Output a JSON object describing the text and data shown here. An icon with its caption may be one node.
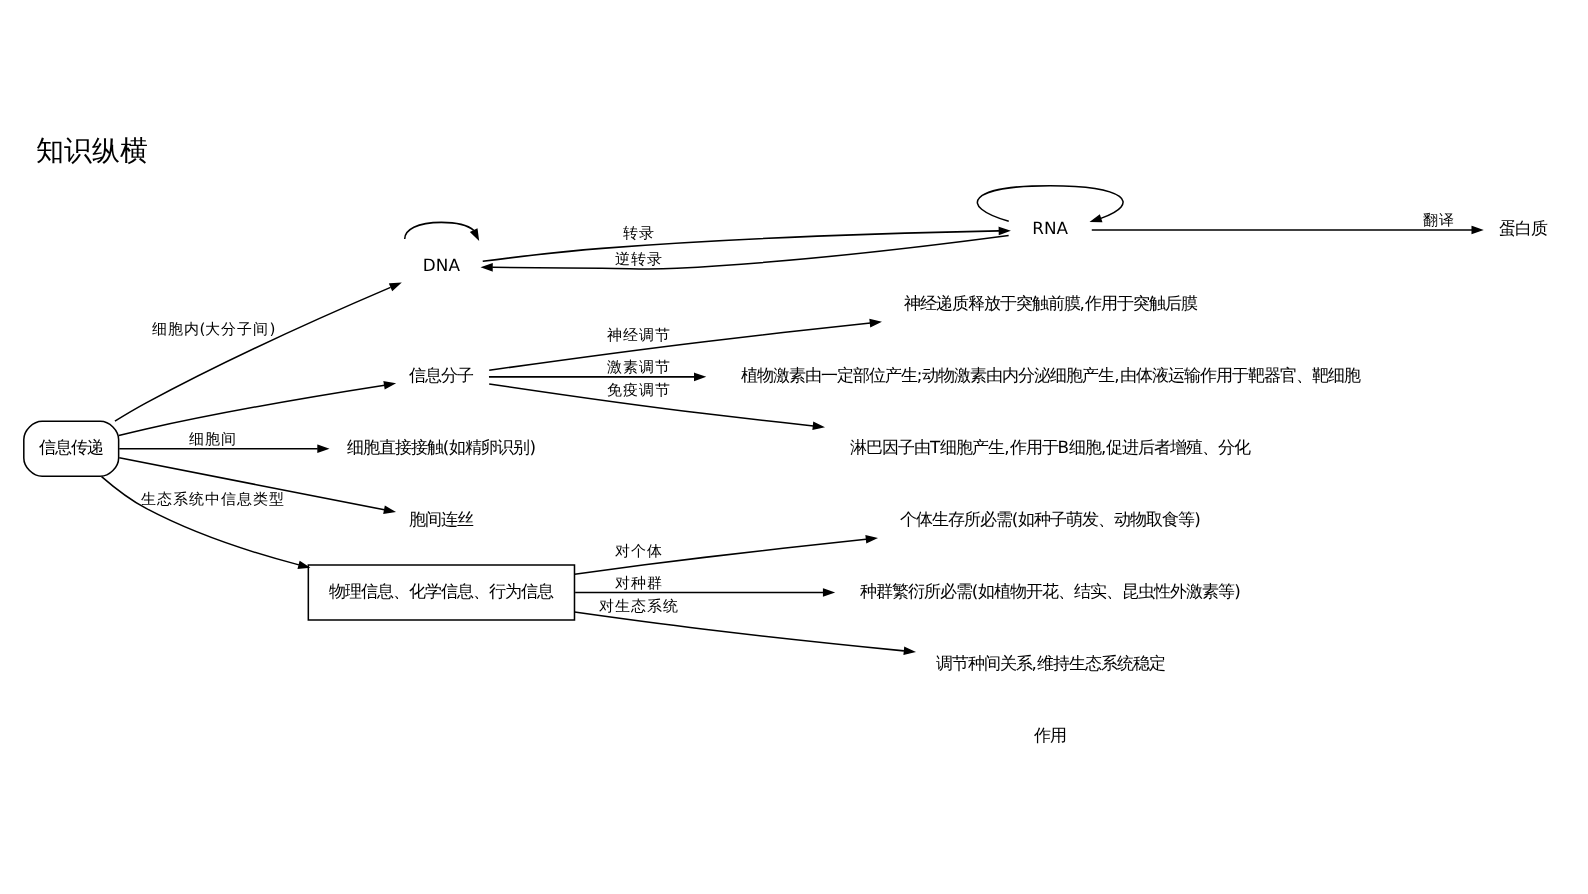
{
  "diagram": {
    "title": "知识纵横",
    "nodes": [
      {
        "text": [
          "信息传递"
        ]
      },
      {
        "text": [
          "DNA"
        ]
      },
      {
        "text": [
          "RNA"
        ]
      },
      {
        "text": [
          "蛋白质"
        ]
      },
      {
        "text": [
          "信息分子"
        ]
      },
      {
        "text": [
          "细胞直接接触(如精卵识别)"
        ]
      },
      {
        "text": [
          "胞间连丝"
        ]
      },
      {
        "text": [
          "神经递质释放于突触前膜,作用于突触后膜"
        ]
      },
      {
        "text": [
          "植物激素由一定部位产生;动物激素由内分泌细胞产生,由体液运输作用于靶器官、靶细胞"
        ]
      },
      {
        "text": [
          "淋巴因子由T细胞产生,作用于B细胞,促进后者增殖、分化"
        ]
      },
      {
        "text": [
          "物理信息、化学信息、行为信息"
        ]
      },
      {
        "text": [
          "个体生存所必需(如种子萌发、动物取食等)"
        ]
      },
      {
        "text": [
          "种群繁衍所必需(如植物开花、结实、昆虫性外激素等)"
        ]
      },
      {
        "text": [
          "调节种间关系,维持生态系统稳定"
        ]
      }
    ],
    "edges": [
      {
        "from": 0,
        "to": 1,
        "arrow": "to",
        "label": "细胞内(大分子间)"
      },
      {
        "from": 1,
        "to": 1,
        "arrow": "to"
      },
      {
        "from": 1,
        "to": 2,
        "arrow": "to",
        "label": "转录"
      },
      {
        "from": 2,
        "to": 1,
        "arrow": "to",
        "label": "逆转录"
      },
      {
        "from": 2,
        "to": 2,
        "arrow": "to"
      },
      {
        "from": 2,
        "to": 3,
        "arrow": "to",
        "label": "翻译"
      },
      {
        "from": 0,
        "to": 4,
        "arrow": "to"
      },
      {
        "from": 0,
        "to": 5,
        "arrow": "to",
        "label": "细胞间"
      },
      {
        "from": 0,
        "to": 6,
        "arrow": "to"
      },
      {
        "from": 4,
        "to": 7,
        "arrow": "to",
        "label": "神经调节"
      },
      {
        "from": 4,
        "to": 8,
        "arrow": "to",
        "label": "激素调节"
      },
      {
        "from": 4,
        "to": 9,
        "arrow": "to",
        "label": "免疫调节"
      },
      {
        "from": 0,
        "to": 10,
        "arrow": "to",
        "label": "生态系统中信息类型"
      },
      {
        "from": 10,
        "to": 11,
        "arrow": "to",
        "label": "对个体"
      },
      {
        "from": 10,
        "to": 12,
        "arrow": "to",
        "label": "对种群"
      },
      {
        "from": 10,
        "to": 13,
        "arrow": "to",
        "label": "对生态系统"
      }
    ],
    "labels": [
      "作用"
    ]
  }
}
